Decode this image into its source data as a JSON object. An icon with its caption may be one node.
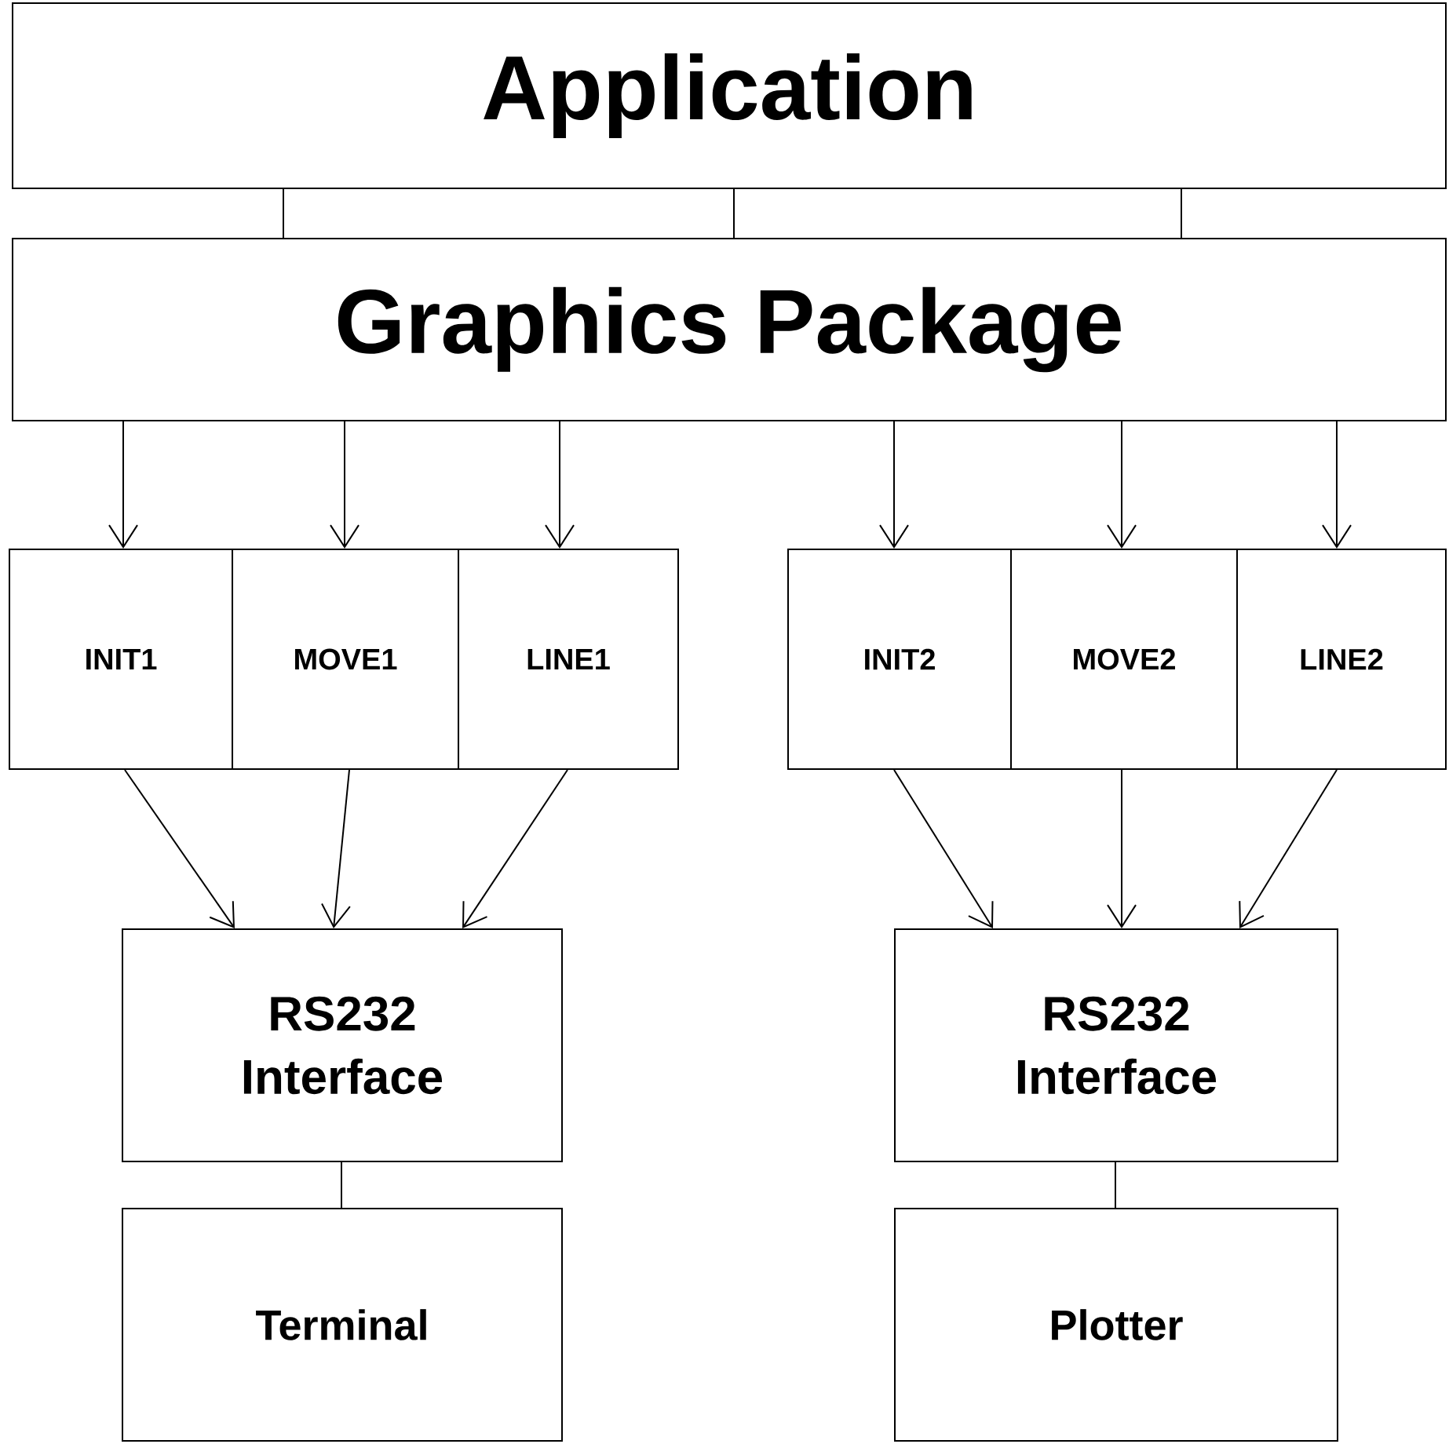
{
  "diagram": {
    "nodes": [
      {
        "text": [
          "Application"
        ]
      },
      {
        "text": [
          "Graphics Package"
        ]
      },
      {
        "text": [
          "INIT1"
        ]
      },
      {
        "text": [
          "MOVE1"
        ]
      },
      {
        "text": [
          "LINE1"
        ]
      },
      {
        "text": [
          "INIT2"
        ]
      },
      {
        "text": [
          "MOVE2"
        ]
      },
      {
        "text": [
          "LINE2"
        ]
      },
      {
        "text": [
          "RS232 Interface"
        ]
      },
      {
        "text": [
          "Terminal"
        ]
      },
      {
        "text": [
          "RS232 Interface"
        ]
      },
      {
        "text": [
          "Plotter"
        ]
      }
    ],
    "edges": [
      {
        "from": 0,
        "to": 1,
        "arrow": "none"
      },
      {
        "from": 0,
        "to": 1,
        "arrow": "none"
      },
      {
        "from": 0,
        "to": 1,
        "arrow": "none"
      },
      {
        "from": 1,
        "to": 2,
        "arrow": "to"
      },
      {
        "from": 1,
        "to": 3,
        "arrow": "to"
      },
      {
        "from": 1,
        "to": 4,
        "arrow": "to"
      },
      {
        "from": 1,
        "to": 5,
        "arrow": "to"
      },
      {
        "from": 1,
        "to": 6,
        "arrow": "to"
      },
      {
        "from": 1,
        "to": 7,
        "arrow": "to"
      },
      {
        "from": 2,
        "to": 8,
        "arrow": "to"
      },
      {
        "from": 3,
        "to": 8,
        "arrow": "to"
      },
      {
        "from": 4,
        "to": 8,
        "arrow": "to"
      },
      {
        "from": 5,
        "to": 10,
        "arrow": "to"
      },
      {
        "from": 6,
        "to": 10,
        "arrow": "to"
      },
      {
        "from": 7,
        "to": 10,
        "arrow": "to"
      },
      {
        "from": 8,
        "to": 9,
        "arrow": "none"
      },
      {
        "from": 10,
        "to": 11,
        "arrow": "none"
      }
    ]
  }
}
